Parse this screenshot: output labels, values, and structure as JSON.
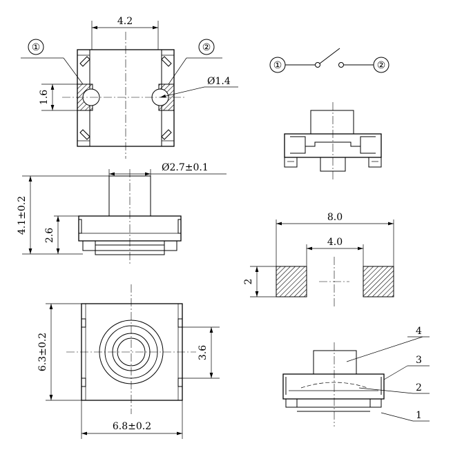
{
  "top_view": {
    "width_dim": "4.2",
    "terminal_1": "①",
    "terminal_2": "②",
    "pad_height_dim": "1.6",
    "hole_dim": "Ø1.4"
  },
  "schematic": {
    "terminal_1": "①",
    "terminal_2": "②"
  },
  "side_view": {
    "actuator_dim": "Ø2.7±0.1",
    "total_height_dim": "4.1±0.2",
    "body_height_dim": "2.6"
  },
  "bottom_view": {
    "height_dim": "6.3±0.2",
    "width_dim": "6.8±0.2",
    "pitch_dim": "3.6"
  },
  "footprint": {
    "outer_dim": "8.0",
    "inner_dim": "4.0",
    "pad_dim": "2"
  },
  "parts": {
    "p1": "1",
    "p2": "2",
    "p3": "3",
    "p4": "4"
  }
}
